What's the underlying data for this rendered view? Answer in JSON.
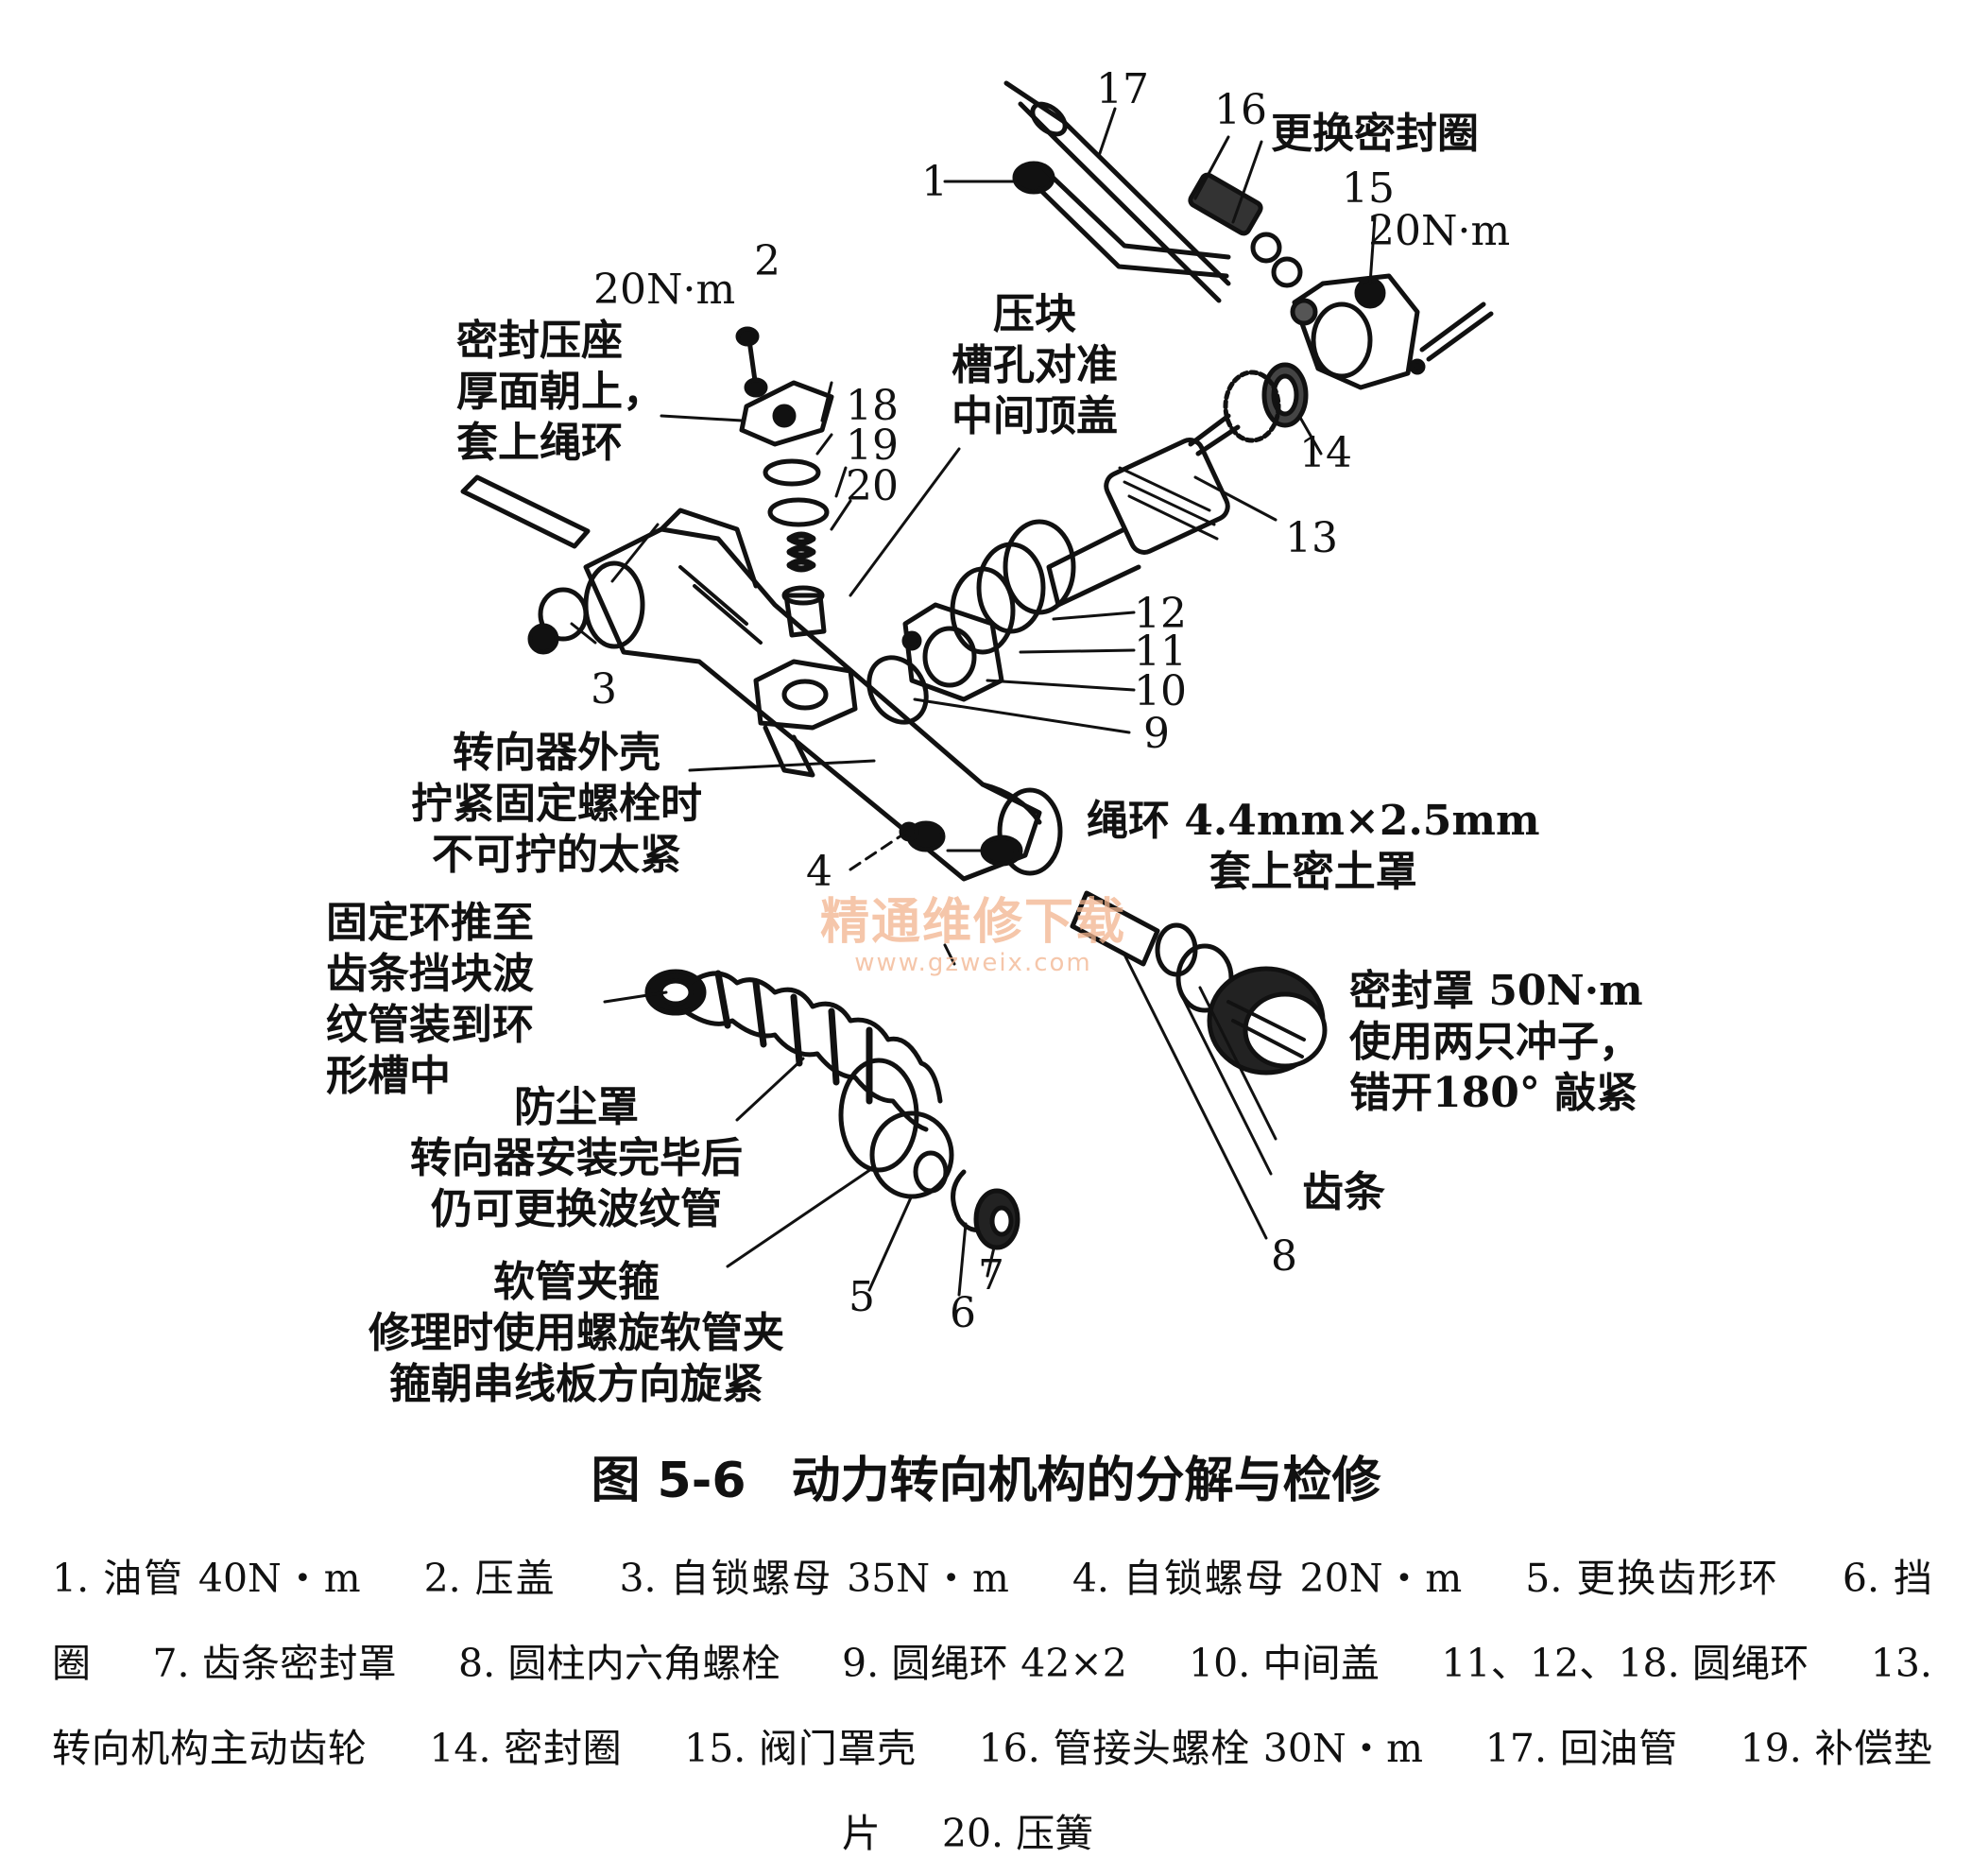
{
  "figure": {
    "number": "图 5-6",
    "title": "动力转向机构的分解与检修"
  },
  "labels": {
    "n1": "1",
    "n2": "2",
    "n3": "3",
    "n4": "4",
    "n5": "5",
    "n6": "6",
    "n7": "7",
    "n8": "8",
    "n9": "9",
    "n10": "10",
    "n11": "11",
    "n12": "12",
    "n13": "13",
    "n14": "14",
    "n15": "15",
    "n16": "16",
    "n17": "17",
    "n18": "18",
    "n19": "19",
    "n20": "20",
    "replace_seal": "更换密封圈",
    "torque_15": "20N·m",
    "torque_2": "20N·m",
    "seal_seat": [
      "密封压座",
      "厚面朝上，",
      "套上绳环"
    ],
    "pressure_block": [
      "压块",
      "槽孔对准",
      "中间顶盖"
    ],
    "housing": [
      "转向器外壳",
      "拧紧固定螺栓时",
      "不可拧的太紧"
    ],
    "o_ring_spec": [
      "绳环 4.4mm×2.5mm",
      "套上密土罩"
    ],
    "retaining_ring": [
      "固定环推至",
      "齿条挡块波",
      "纹管装到环",
      "形槽中"
    ],
    "seal_cover": [
      "密封罩 50N·m",
      "使用两只冲子，",
      "错开180° 敲紧"
    ],
    "dust_boot": [
      "防尘罩",
      "转向器安装完毕后",
      "仍可更换波纹管"
    ],
    "rack": "齿条",
    "hose_clamp": [
      "软管夹箍",
      "修理时使用螺旋软管夹",
      "箍朝串线板方向旋紧"
    ]
  },
  "watermark": {
    "cn": "精通维修下载",
    "url": "www.gzweix.com"
  },
  "legend": [
    "1. 油管 40N・m",
    "2. 压盖",
    "3. 自锁螺母 35N・m",
    "4. 自锁螺母 20N・m",
    "5. 更换齿形环",
    "6. 挡圈",
    "7. 齿条密封罩",
    "8. 圆柱内六角螺栓",
    "9. 圆绳环 42×2",
    "10. 中间盖",
    "11、12、18. 圆绳环",
    "13. 转向机构主动齿轮",
    "14. 密封圈",
    "15. 阀门罩壳",
    "16. 管接头螺栓 30N・m",
    "17. 回油管",
    "19. 补偿垫片",
    "20. 压簧"
  ]
}
